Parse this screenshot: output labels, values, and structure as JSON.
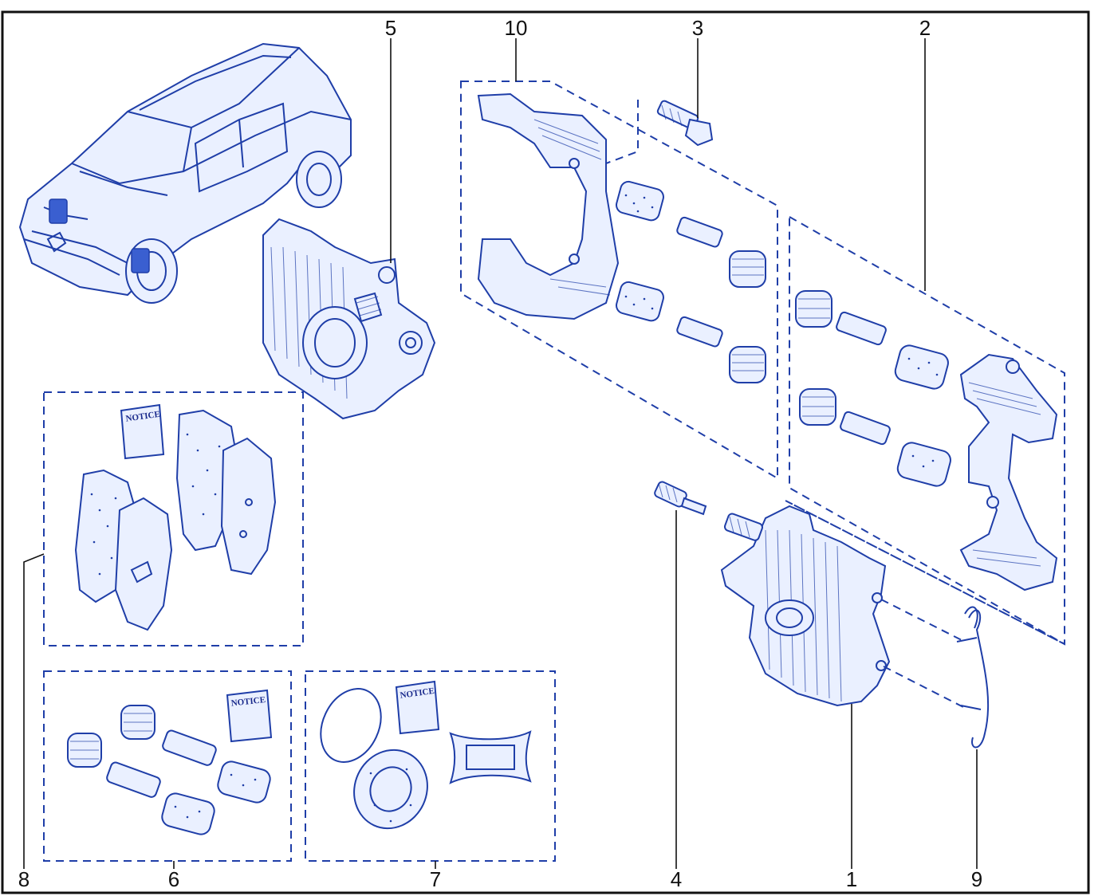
{
  "diagram": {
    "callouts": {
      "c1": "1",
      "c2": "2",
      "c3": "3",
      "c4": "4",
      "c5": "5",
      "c6": "6",
      "c7": "7",
      "c8": "8",
      "c9": "9",
      "c10": "10"
    },
    "notice_labels": {
      "pads_kit": "NOTICE",
      "guide_kit": "NOTICE",
      "seal_kit": "NOTICE"
    },
    "colors": {
      "ink": "#1f3ea8",
      "frame": "#111111",
      "background": "#ffffff"
    }
  }
}
